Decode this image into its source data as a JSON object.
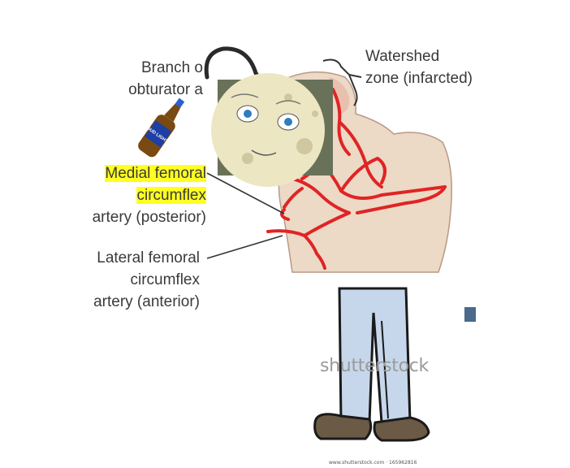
{
  "labels": {
    "branch_line1": "Branch o",
    "branch_line2": "obturator a",
    "watershed_line1": "Watershed",
    "watershed_line2": "zone (infarcted)",
    "medial_line1": "Medial femoral",
    "medial_line2": "circumflex",
    "medial_line3": "artery (posterior)",
    "lateral_line1": "Lateral femoral",
    "lateral_line2": "circumflex",
    "lateral_line3": "artery (anterior)"
  },
  "bottle_label": "BUD LIGHT",
  "watermark": "shutterstock",
  "footer": "www.shutterstock.com · 165962816",
  "colors": {
    "artery": "#e02424",
    "bone": "#ecd9c6",
    "bone_outline": "#b89a86",
    "highlight": "#ffff22",
    "pants": "#c6d7ec",
    "shoes": "#6b5a45",
    "moon": "#ece6c2",
    "bottle": "#7a4a12",
    "bottle_label": "#1e3fa3"
  },
  "icons": [
    "hook-icon",
    "beer-bottle-icon",
    "moon-face-icon",
    "legs-icon"
  ]
}
